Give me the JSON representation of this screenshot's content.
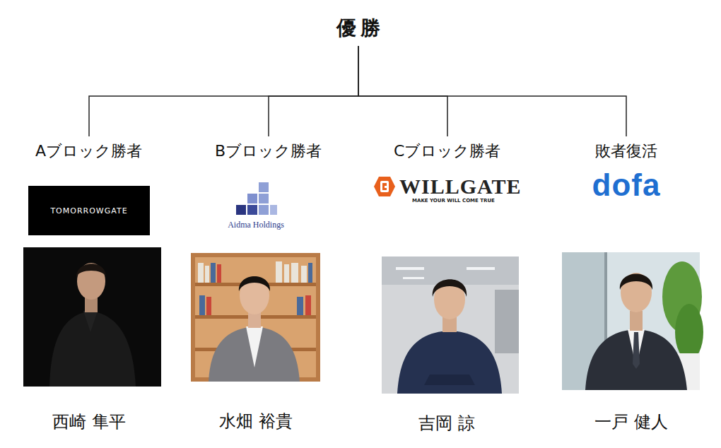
{
  "diagram": {
    "nodes": [
      {
        "text": [
          "優勝"
        ]
      },
      {
        "text": [
          "Aブロック勝者"
        ]
      },
      {
        "text": [
          "Bブロック勝者"
        ]
      },
      {
        "text": [
          "Cブロック勝者"
        ]
      },
      {
        "text": [
          "敗者復活"
        ]
      },
      {
        "text": [
          "TOMORROWGATE"
        ]
      }
    ],
    "edges": [
      {
        "from": 0,
        "to": 1,
        "arrow": "none"
      },
      {
        "from": 0,
        "to": 2,
        "arrow": "none"
      },
      {
        "from": 0,
        "to": 3,
        "arrow": "none"
      },
      {
        "from": 0,
        "to": 4,
        "arrow": "none"
      }
    ],
    "labels": [
      "Aidma Holdings",
      "WILLGATE",
      "MAKE YOUR WILL COME TRUE",
      "dofa",
      "西崎 隼平",
      "水畑 裕貴",
      "吉岡 諒",
      "一戸 健人"
    ]
  }
}
